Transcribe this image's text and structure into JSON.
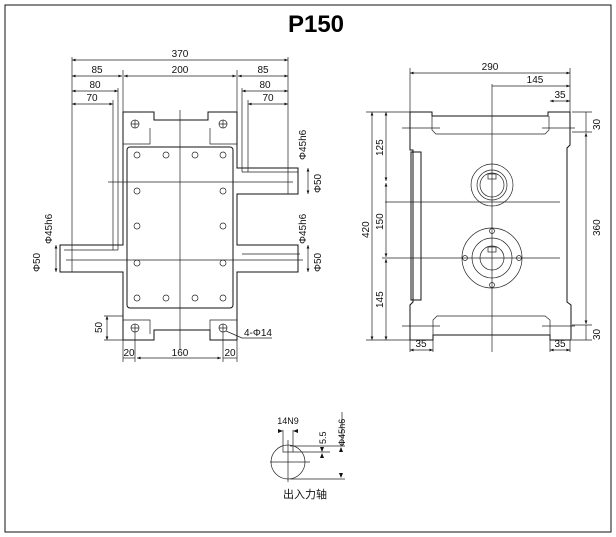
{
  "title": "P150",
  "front_view": {
    "dims": {
      "overall": "370",
      "left_85": "85",
      "center_200": "200",
      "right_85": "85",
      "left_80": "80",
      "right_80": "80",
      "left_70": "70",
      "right_70": "70",
      "shaft_upper": "Φ45h6",
      "shaft_upper_d": "Φ50",
      "shaft_lower": "Φ45h6",
      "shaft_lower_d": "Φ50",
      "left_shaft": "Φ45h6",
      "left_shaft_d": "Φ50",
      "foot_50": "50",
      "foot_20_left": "20",
      "holes_160": "160",
      "foot_20_right": "20",
      "mount_holes": "4-Φ14"
    }
  },
  "side_view": {
    "dims": {
      "width_290": "290",
      "half_145": "145",
      "edge_35_top": "35",
      "height_420": "420",
      "upper_125": "125",
      "mid_150": "150",
      "lower_145": "145",
      "inner_360": "360",
      "top_30": "30",
      "bottom_30": "30",
      "bottom_35_left": "35",
      "bottom_35_right": "35"
    }
  },
  "shaft_detail": {
    "keyway": "14N9",
    "key_depth": "5.5",
    "diameter": "Φ45h6",
    "caption": "出入力轴"
  }
}
